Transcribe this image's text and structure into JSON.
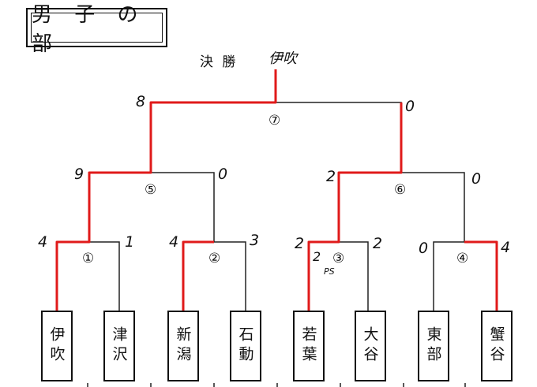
{
  "title": "男 子 の 部",
  "final": {
    "label": "決 勝",
    "winner_note": "伊吹"
  },
  "teams": [
    "伊吹",
    "津沢",
    "新潟",
    "石動",
    "若葉",
    "大谷",
    "東部",
    "蟹谷"
  ],
  "matches": [
    "①",
    "②",
    "③",
    "④",
    "⑤",
    "⑥",
    "⑦"
  ],
  "scores": {
    "m1": [
      "4",
      "1"
    ],
    "m2": [
      "4",
      "3"
    ],
    "m3": [
      "2",
      "2"
    ],
    "m3_pk": "2",
    "m3_pk_label": "PS",
    "m4": [
      "0",
      "4"
    ],
    "m5": [
      "9",
      "0"
    ],
    "m6": [
      "2",
      "0"
    ],
    "m7": [
      "8",
      "0"
    ]
  },
  "colors": {
    "line": "#222222",
    "winner_path": "#e01a1a"
  }
}
